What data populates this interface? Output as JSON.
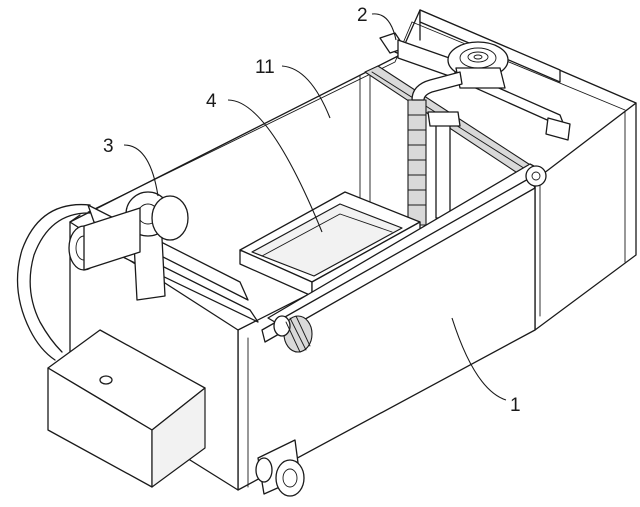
{
  "labels": {
    "l1": "1",
    "l2": "2",
    "l3": "3",
    "l4": "4",
    "l11": "11"
  }
}
